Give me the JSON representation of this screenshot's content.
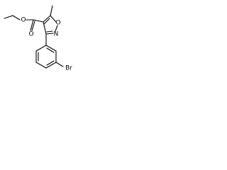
{
  "molecule": {
    "atoms": {
      "o_ring": "O",
      "n_ring": "N",
      "o_carbonyl": "O",
      "o_ester": "O",
      "br": "Br"
    }
  },
  "colors": {
    "bond": "#000000",
    "label": "#000000",
    "background": "#ffffff"
  }
}
